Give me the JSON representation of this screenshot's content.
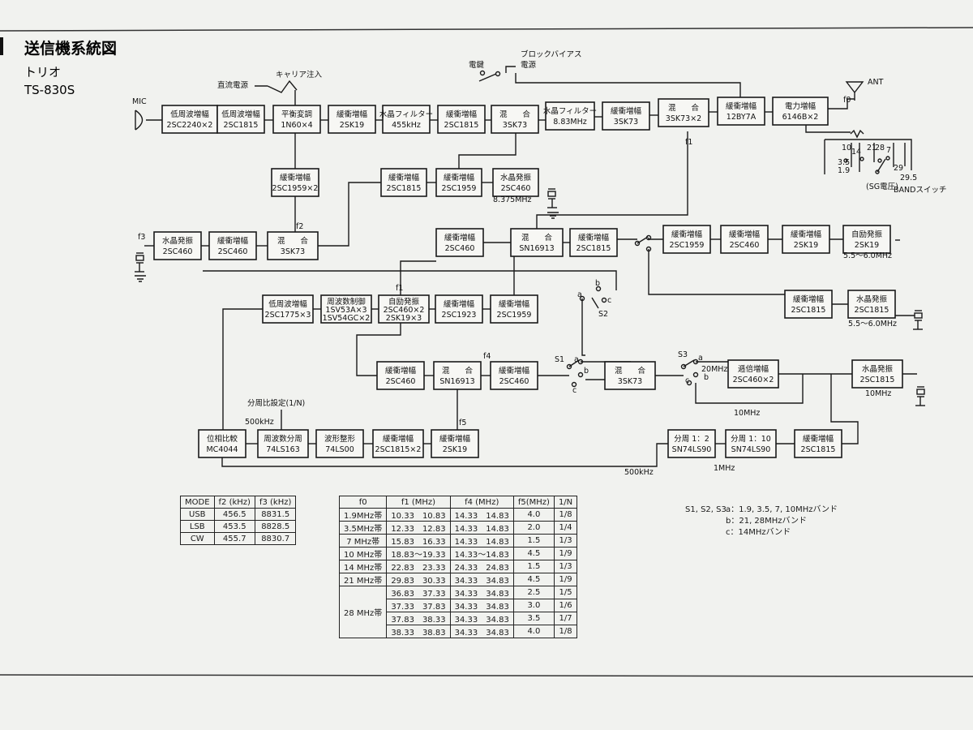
{
  "header": {
    "title": "送信機系統図",
    "maker": "トリオ",
    "model": "TS-830S"
  },
  "blocks": [
    {
      "id": "lpf1",
      "l1": "低周波増幅",
      "l2": "2SC2240×2"
    },
    {
      "id": "lpf2",
      "l1": "低周波増幅",
      "l2": "2SC1815"
    },
    {
      "id": "balmod",
      "l1": "平衡変調",
      "l2": "1N60×4"
    },
    {
      "id": "buf1",
      "l1": "緩衝増幅",
      "l2": "2SK19"
    },
    {
      "id": "xf1",
      "l1": "水晶フィルター",
      "l2": "455kHz"
    },
    {
      "id": "buf2",
      "l1": "緩衝増幅",
      "l2": "2SC1815"
    },
    {
      "id": "mix1",
      "l1": "混　　合",
      "l2": "3SK73"
    },
    {
      "id": "xf2",
      "l1": "水晶フィルター",
      "l2": "8.83MHz"
    },
    {
      "id": "buf3",
      "l1": "緩衝増幅",
      "l2": "3SK73"
    },
    {
      "id": "mix2",
      "l1": "混　　合",
      "l2": "3SK73×2"
    },
    {
      "id": "buf4",
      "l1": "緩衝増幅",
      "l2": "12BY7A"
    },
    {
      "id": "pa",
      "l1": "電力増幅",
      "l2": "6146B×2"
    },
    {
      "id": "buf5",
      "l1": "緩衝増幅",
      "l2": "2SC1959×2"
    },
    {
      "id": "buf6",
      "l1": "緩衝増幅",
      "l2": "2SC1815"
    },
    {
      "id": "buf7",
      "l1": "緩衝増幅",
      "l2": "2SC1959"
    },
    {
      "id": "xo1",
      "l1": "水晶発振",
      "l2": "2SC460"
    },
    {
      "id": "xo2",
      "l1": "水晶発振",
      "l2": "2SC460"
    },
    {
      "id": "buf8",
      "l1": "緩衝増幅",
      "l2": "2SC460"
    },
    {
      "id": "mix3",
      "l1": "混　　合",
      "l2": "3SK73"
    },
    {
      "id": "buf9",
      "l1": "緩衝増幅",
      "l2": "2SC460"
    },
    {
      "id": "mix4",
      "l1": "混　　合",
      "l2": "SN16913"
    },
    {
      "id": "buf10",
      "l1": "緩衝増幅",
      "l2": "2SC1815"
    },
    {
      "id": "buf11",
      "l1": "緩衝増幅",
      "l2": "2SC1959"
    },
    {
      "id": "buf12",
      "l1": "緩衝増幅",
      "l2": "2SC460"
    },
    {
      "id": "buf13",
      "l1": "緩衝増幅",
      "l2": "2SK19"
    },
    {
      "id": "selfosc1",
      "l1": "自励発振",
      "l2": "2SK19"
    },
    {
      "id": "buf14",
      "l1": "緩衝増幅",
      "l2": "2SC1815"
    },
    {
      "id": "xo3",
      "l1": "水晶発振",
      "l2": "2SC1815"
    },
    {
      "id": "lpf3",
      "l1": "低周波増幅",
      "l2": "2SC1775×3"
    },
    {
      "id": "fctl",
      "l1": "周波数制御",
      "l2": "1SV53A×3",
      "l3": "1SV54GC×2"
    },
    {
      "id": "selfosc2",
      "l1": "自励発振",
      "l2": "2SC460×2",
      "l3": "2SK19×3"
    },
    {
      "id": "buf15",
      "l1": "緩衝増幅",
      "l2": "2SC1923"
    },
    {
      "id": "buf16",
      "l1": "緩衝増幅",
      "l2": "2SC1959"
    },
    {
      "id": "buf17",
      "l1": "緩衝増幅",
      "l2": "2SC460"
    },
    {
      "id": "mix5",
      "l1": "混　　合",
      "l2": "SN16913"
    },
    {
      "id": "buf18",
      "l1": "緩衝増幅",
      "l2": "2SC460"
    },
    {
      "id": "mix6",
      "l1": "混　　合",
      "l2": "3SK73"
    },
    {
      "id": "mult",
      "l1": "逓倍増幅",
      "l2": "2SC460×2"
    },
    {
      "id": "xo4",
      "l1": "水晶発振",
      "l2": "2SC1815"
    },
    {
      "id": "pd",
      "l1": "位相比較",
      "l2": "MC4044"
    },
    {
      "id": "div",
      "l1": "周波数分周",
      "l2": "74LS163"
    },
    {
      "id": "shape",
      "l1": "波形整形",
      "l2": "74LS00"
    },
    {
      "id": "buf19",
      "l1": "緩衝増幅",
      "l2": "2SC1815×2"
    },
    {
      "id": "buf20",
      "l1": "緩衝増幅",
      "l2": "2SK19"
    },
    {
      "id": "div2",
      "l1": "分周 1：2",
      "l2": "SN74LS90"
    },
    {
      "id": "div10",
      "l1": "分周 1：10",
      "l2": "SN74LS90"
    },
    {
      "id": "buf21",
      "l1": "緩衝増幅",
      "l2": "2SC1815"
    }
  ],
  "labels": {
    "mic": "MIC",
    "carrier": "キャリア注入",
    "dcpower": "直流電源",
    "key": "電鍵",
    "blockbias": "ブロックバイアス",
    "power": "電源",
    "ant": "ANT",
    "f0": "f0",
    "f1a": "f1",
    "f1b": "f1",
    "f2": "f2",
    "f3": "f3",
    "f4": "f4",
    "f5": "f5",
    "freq8375": "8.375MHz",
    "range1": "5.5～6.0MHz",
    "range2": "5.5～6.0MHz",
    "sg": "(SG電圧)",
    "bandsw": "BANDスイッチ",
    "s1": "S1",
    "s2": "S2",
    "s3": "S3",
    "mhz20": "20MHz",
    "mhz10a": "10MHz",
    "mhz10b": "10MHz",
    "mhz1": "1MHz",
    "khz500a": "500kHz",
    "khz500b": "500kHz",
    "divset": "分周比設定(1/N)",
    "sa": "a",
    "sb": "b",
    "sc": "c",
    "s2a": "a",
    "s2b": "b",
    "s2c": "c",
    "s3a": "a",
    "s3b": "b",
    "s3c": "c",
    "b1": "10",
    "b2": "14",
    "b3": "21",
    "b4": "28",
    "b5": "3.5",
    "b6": "1.9",
    "b7": "7",
    "b8": "29",
    "b9": "29.5"
  },
  "mode_table": {
    "headers": [
      "MODE",
      "f2 (kHz)",
      "f3 (kHz)"
    ],
    "rows": [
      [
        "USB",
        "456.5",
        "8831.5"
      ],
      [
        "LSB",
        "453.5",
        "8828.5"
      ],
      [
        "CW",
        "455.7",
        "8830.7"
      ]
    ]
  },
  "band_table": {
    "headers": [
      "f0",
      "f1 (MHz)",
      "f4 (MHz)",
      "f5(MHz)",
      "1/N"
    ],
    "rows": [
      [
        "1.9MHz帯",
        "10.33　10.83",
        "14.33　14.83",
        "4.0",
        "1/8"
      ],
      [
        "3.5MHz帯",
        "12.33　12.83",
        "14.33　14.83",
        "2.0",
        "1/4"
      ],
      [
        "7 MHz帯",
        "15.83　16.33",
        "14.33　14.83",
        "1.5",
        "1/3"
      ],
      [
        "10 MHz帯",
        "18.83～19.33",
        "14.33～14.83",
        "4.5",
        "1/9"
      ],
      [
        "14 MHz帯",
        "22.83　23.33",
        "24.33　24.83",
        "1.5",
        "1/3"
      ],
      [
        "21 MHz帯",
        "29.83　30.33",
        "34.33　34.83",
        "4.5",
        "1/9"
      ]
    ],
    "band28": "28 MHz帯",
    "rows28": [
      [
        "36.83　37.33",
        "34.33　34.83",
        "2.5",
        "1/5"
      ],
      [
        "37.33　37.83",
        "34.33　34.83",
        "3.0",
        "1/6"
      ],
      [
        "37.83　38.33",
        "34.33　34.83",
        "3.5",
        "1/7"
      ],
      [
        "38.33　38.83",
        "34.33　34.83",
        "4.0",
        "1/8"
      ]
    ]
  },
  "legend": {
    "head": "S1, S2, S3",
    "a": "a：1.9, 3.5, 7, 10MHzバンド",
    "b": "b：21, 28MHzバンド",
    "c": "c：14MHzバンド"
  }
}
